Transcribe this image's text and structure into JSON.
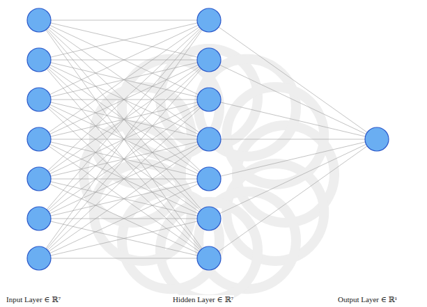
{
  "diagram": {
    "labels": [
      "Input Layer ∈ ℝ⁷",
      "Hidden Layer ∈ ℝ⁷",
      "Output Layer ∈ ℝ¹"
    ]
  }
}
